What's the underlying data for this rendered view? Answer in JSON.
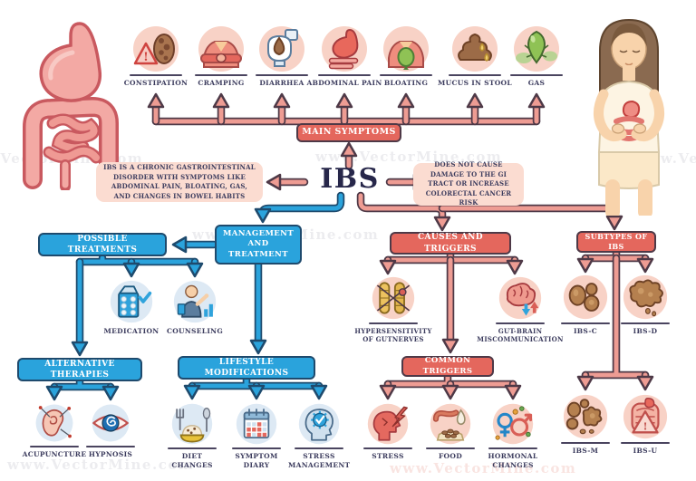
{
  "watermark": "www.VectorMine.com",
  "title": "IBS",
  "banners": {
    "main_symptoms": "MAIN SYMPTOMS",
    "possible_treatments": "POSSIBLE TREATMENTS",
    "management": "MANAGEMENT AND TREATMENT",
    "alternative_therapies": "ALTERNATIVE THERAPIES",
    "lifestyle_modifications": "LIFESTYLE MODIFICATIONS",
    "causes_and_triggers": "CAUSES AND TRIGGERS",
    "common_triggers": "COMMON TRIGGERS",
    "subtypes": "SUBTYPES OF IBS"
  },
  "facts": {
    "left": "IBS IS A CHRONIC GASTROINTESTINAL DISORDER WITH SYMPTOMS LIKE ABDOMINAL PAIN, BLOATING, GAS, AND CHANGES IN BOWEL HABITS",
    "right": "DOES NOT CAUSE DAMAGE TO THE GI TRACT OR INCREASE COLORECTAL CANCER RISK"
  },
  "symptoms": [
    {
      "label": "CONSTIPATION",
      "icon": "constipation-icon"
    },
    {
      "label": "CRAMPING",
      "icon": "cramping-icon"
    },
    {
      "label": "DIARRHEA",
      "icon": "diarrhea-icon"
    },
    {
      "label": "ABDOMINAL PAIN",
      "icon": "abdominal-pain-icon"
    },
    {
      "label": "BLOATING",
      "icon": "bloating-icon"
    },
    {
      "label": "MUCUS IN STOOL",
      "icon": "mucus-in-stool-icon"
    },
    {
      "label": "GAS",
      "icon": "gas-icon"
    }
  ],
  "treatments": [
    {
      "label": "MEDICATION",
      "icon": "medication-icon"
    },
    {
      "label": "COUNSELING",
      "icon": "counseling-icon"
    }
  ],
  "alternative": [
    {
      "label": "ACUPUNCTURE",
      "icon": "acupuncture-icon"
    },
    {
      "label": "HYPNOSIS",
      "icon": "hypnosis-icon"
    }
  ],
  "lifestyle": [
    {
      "label": "DIET CHANGES",
      "icon": "diet-changes-icon"
    },
    {
      "label": "SYMPTOM DIARY",
      "icon": "symptom-diary-icon"
    },
    {
      "label": "STRESS MANAGEMENT",
      "icon": "stress-management-icon"
    }
  ],
  "causes": [
    {
      "label": "HYPERSENSITIVITY OF GUTNERVES",
      "icon": "gut-nerves-icon"
    },
    {
      "label": "GUT-BRAIN MISCOMMUNICATION",
      "icon": "gut-brain-icon"
    }
  ],
  "triggers": [
    {
      "label": "STRESS",
      "icon": "stress-icon"
    },
    {
      "label": "FOOD",
      "icon": "food-icon"
    },
    {
      "label": "HORMONAL CHANGES",
      "icon": "hormonal-changes-icon"
    }
  ],
  "subtypes": [
    {
      "label": "IBS-C",
      "icon": "ibs-c-icon"
    },
    {
      "label": "IBS-D",
      "icon": "ibs-d-icon"
    },
    {
      "label": "IBS-M",
      "icon": "ibs-m-icon"
    },
    {
      "label": "IBS-U",
      "icon": "ibs-u-icon"
    }
  ],
  "colors": {
    "red_banner": "#e4675d",
    "blue_banner": "#2aa3dc",
    "pink_box": "#fbdcd1",
    "salmon_arrow": "#ee9c93",
    "arrow_outline": "#4e3947",
    "ink": "#3c3c5e"
  }
}
